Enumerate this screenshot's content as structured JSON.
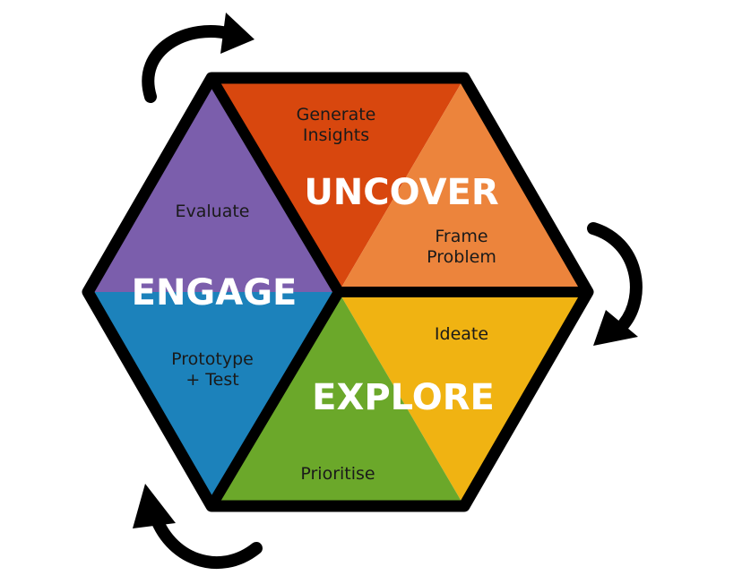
{
  "phases": {
    "uncover": {
      "title": "UNCOVER",
      "step_a_line1": "Generate",
      "step_a_line2": "Insights",
      "step_b_line1": "Frame",
      "step_b_line2": "Problem"
    },
    "engage": {
      "title": "ENGAGE",
      "step_a": "Evaluate",
      "step_b_line1": "Prototype",
      "step_b_line2": "+ Test"
    },
    "explore": {
      "title": "EXPLORE",
      "step_a": "Ideate",
      "step_b": "Prioritise"
    }
  },
  "colors": {
    "uncover_dark": "#d8470e",
    "uncover_light": "#ec843c",
    "engage_purple": "#7b5eac",
    "engage_blue": "#1c82bb",
    "explore_green": "#6ba82a",
    "explore_yellow": "#f0b312",
    "outline": "#000000"
  },
  "icons": {
    "top_arrow": "curved-arrow-icon",
    "right_arrow": "curved-arrow-icon",
    "bottom_arrow": "curved-arrow-icon"
  }
}
